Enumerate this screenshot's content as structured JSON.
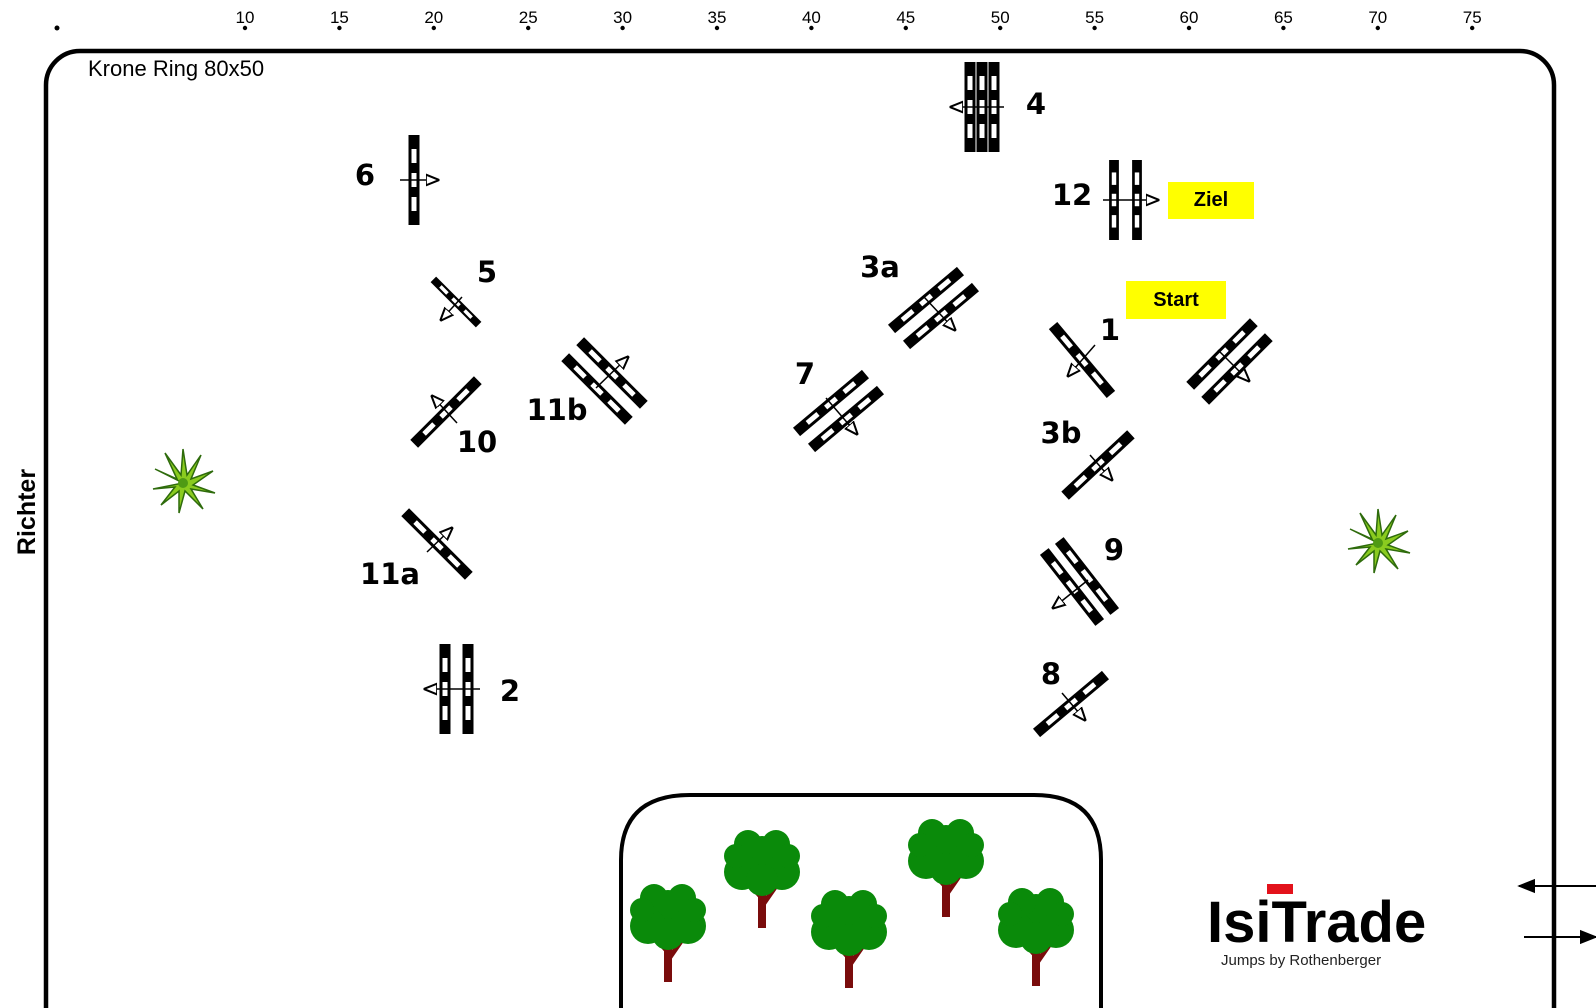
{
  "arena": {
    "title": "Krone Ring 80x50",
    "judge_label": "Richter",
    "ruler_ticks": [
      "10",
      "15",
      "20",
      "25",
      "30",
      "35",
      "40",
      "45",
      "50",
      "55",
      "60",
      "65",
      "70",
      "75"
    ]
  },
  "labels": {
    "start": "Start",
    "finish": "Ziel"
  },
  "obstacles": [
    {
      "id": "1",
      "type": "vertical"
    },
    {
      "id": "2",
      "type": "oxer"
    },
    {
      "id": "3a",
      "type": "oxer"
    },
    {
      "id": "3b",
      "type": "vertical"
    },
    {
      "id": "4",
      "type": "triple-bar"
    },
    {
      "id": "5",
      "type": "vertical"
    },
    {
      "id": "6",
      "type": "vertical"
    },
    {
      "id": "7",
      "type": "oxer"
    },
    {
      "id": "8",
      "type": "vertical"
    },
    {
      "id": "9",
      "type": "oxer"
    },
    {
      "id": "10",
      "type": "vertical"
    },
    {
      "id": "11a",
      "type": "vertical"
    },
    {
      "id": "11b",
      "type": "oxer"
    },
    {
      "id": "12",
      "type": "oxer"
    },
    {
      "id": "",
      "type": "oxer"
    }
  ],
  "decorations": [
    "plant-icon",
    "plant-icon",
    "tree-icon",
    "tree-icon",
    "tree-icon",
    "tree-icon",
    "tree-icon"
  ],
  "logo": {
    "brand_part1": "Isi",
    "brand_part2": "Trade",
    "tagline": "Jumps by Rothenberger"
  },
  "colors": {
    "tag_fill": "#ffff00",
    "tree_foliage": "#0a8a0a",
    "tree_trunk": "#7a0c0c",
    "plant": "#8acb1f",
    "logo_red": "#e3121b"
  }
}
